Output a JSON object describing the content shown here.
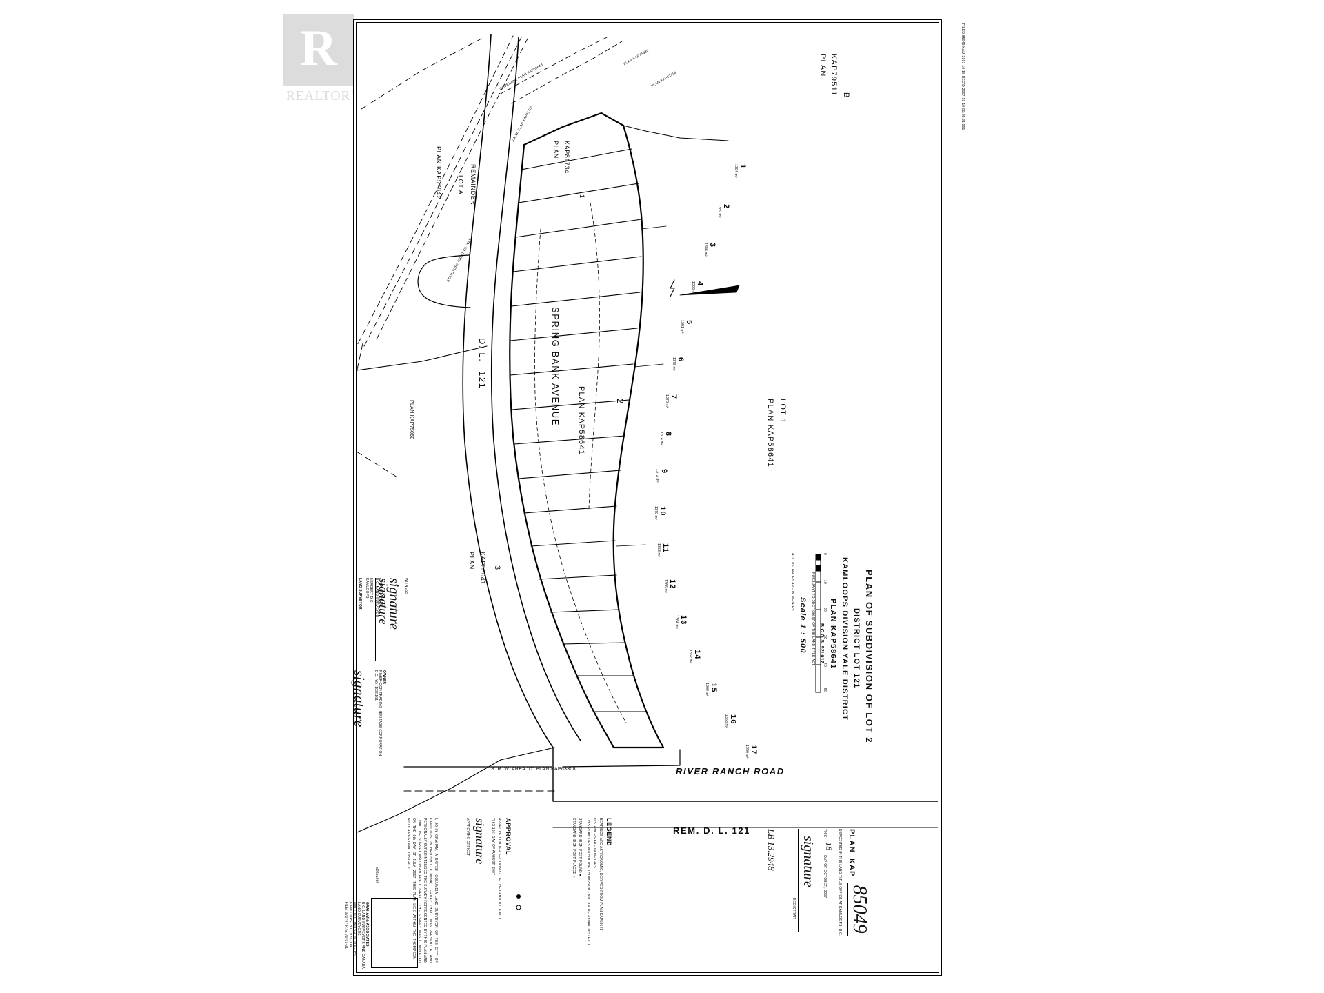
{
  "document": {
    "type": "survey-subdivision-plan",
    "watermark": {
      "brand": "REALTOR",
      "mark": "R",
      "registered": "®"
    },
    "filing_note": "FILED  85049  KAM-2007-10-18  REG'D 2007-10-19 09:45:21.001",
    "sheet_ref": "d96cul.tif"
  },
  "title_block": {
    "line1": "PLAN OF SUBDIVISION OF LOT 2",
    "line2": "DISTRICT LOT 121",
    "line3": "KAMLOOPS DIVISION YALE DISTRICT",
    "line4": "PLAN KAP58641",
    "line5": "B.C.G.S. 92I.017",
    "line6": "PURSUANT TO SECTION 87 OF THE LAND TITLE ACT"
  },
  "scale": {
    "label": "Scale 1 : 500",
    "ticks": [
      "0",
      "10",
      "20",
      "30",
      "40",
      "50"
    ],
    "unit_note": "ALL DISTANCES ARE IN METRES"
  },
  "plan_number": {
    "prefix": "PLAN",
    "series": "KAP",
    "number": "85049",
    "deposit_note": "DEPOSITED IN THE LAND TITLE OFFICE AT KAMLOOPS, B.C.",
    "date_this": "THIS",
    "day": "18",
    "month_year": "DAY OF OCTOBER, 2007",
    "registrar_label": "REGISTRAR",
    "registrar_signature": "signature",
    "file_ref": "LB 13.2948"
  },
  "neighbouring_parcels": [
    {
      "name": "plan-kap79511",
      "lines": [
        "PLAN",
        "KAP79511"
      ],
      "lot": "B"
    },
    {
      "name": "plan-kap57842",
      "lines": [
        "REMAINDER",
        "LOT A",
        "PLAN KAP57842"
      ]
    },
    {
      "name": "plan-kap81734",
      "lines": [
        "PLAN",
        "KAP81734"
      ],
      "lot": "1"
    },
    {
      "name": "plan-kap58641-lot1",
      "lines": [
        "LOT  1",
        "PLAN KAP58641"
      ]
    },
    {
      "name": "plan-kap58641-lot3",
      "lines": [
        "PLAN",
        "KAP58641"
      ],
      "lot": "3"
    },
    {
      "name": "district-lot-121",
      "lines": [
        "D. L.",
        "121"
      ]
    },
    {
      "name": "rem-dl-121",
      "lines": [
        "REM.   D. L.   121"
      ]
    }
  ],
  "roads": [
    {
      "name": "spring-bank-avenue",
      "label": "SPRING  BANK  AVENUE"
    },
    {
      "name": "river-ranch-road",
      "label": "RIVER  RANCH  ROAD"
    }
  ],
  "rights_of_way": [
    {
      "name": "srw-area-d",
      "label": "S. R. W.  AREA \"D\"   PLAN KAP63308"
    },
    {
      "name": "srw-plan-kap81735",
      "label": "S.R.W.  PLAN KAP81735"
    },
    {
      "name": "statutory-right-of-way",
      "label": "STATUTORY  RIGHT  OF  WAY"
    },
    {
      "name": "covenant-plan-kap58643",
      "label": "COVENANT  PLAN KAP58643"
    },
    {
      "name": "plan-kap74330",
      "label": "PLAN KAP74330"
    },
    {
      "name": "plan-kap83316",
      "label": "PLAN KAP83316"
    },
    {
      "name": "plan-kap75060",
      "label": "PLAN KAP75060"
    }
  ],
  "subdivision": {
    "parent_plan": "PLAN KAP58641",
    "parent_lot": "2",
    "lots": [
      {
        "number": "1",
        "area": "1394 m²"
      },
      {
        "number": "2",
        "area": "1389 m²"
      },
      {
        "number": "3",
        "area": "1386 m²"
      },
      {
        "number": "4",
        "area": "1383 m²"
      },
      {
        "number": "5",
        "area": "1381 m²"
      },
      {
        "number": "6",
        "area": "1378 m²"
      },
      {
        "number": "7",
        "area": "1376 m²"
      },
      {
        "number": "8",
        "area": "1374 m²"
      },
      {
        "number": "9",
        "area": "1372 m²"
      },
      {
        "number": "10",
        "area": "1370 m²"
      },
      {
        "number": "11",
        "area": "1368 m²"
      },
      {
        "number": "12",
        "area": "1366 m²"
      },
      {
        "number": "13",
        "area": "1364 m²"
      },
      {
        "number": "14",
        "area": "1362 m²"
      },
      {
        "number": "15",
        "area": "1360 m²"
      },
      {
        "number": "16",
        "area": "1358 m²"
      },
      {
        "number": "17",
        "area": "1356 m²"
      }
    ]
  },
  "legend": {
    "title": "LEGEND",
    "lines": [
      "BEARINGS ARE ASTRONOMIC, DERIVED FROM PLAN KAP58641",
      "DISTANCES ARE IN METRES",
      "THIS PLAN LIES WITHIN THE THOMPSON - NICOLA REGIONAL DISTRICT",
      "STANDARD IRON POST FOUND   ●",
      "STANDARD IRON POST PLACED  ○"
    ]
  },
  "approval": {
    "title": "APPROVAL",
    "line1": "APPROVED UNDER SECTION 87 OF THE LAND TITLE ACT",
    "line2": "THIS  16th  DAY OF  AUGUST, 2007",
    "signature_role": "APPROVING OFFICER"
  },
  "certification": {
    "text": "I, JOHN GRAHAM, A BRITISH COLUMBIA LAND SURVEYOR OF THE CITY OF KAMLOOPS, IN BRITISH COLUMBIA, CERTIFY THAT I WAS PRESENT AT AND PERSONALLY SUPERINTENDED THE SURVEY REPRESENTED BY THIS PLAN AND THAT THE SURVEY AND PLAN ARE CORRECT. THE SURVEY WAS COMPLETED ON THE 9th DAY OF JULY, 2007. THIS PLAN LIES WITHIN THE THOMPSON - NICOLA REGIONAL DISTRICT."
  },
  "signatures": [
    {
      "name": "witness-signature",
      "role_label": "WITNESS",
      "signature": "signature",
      "name_line": "JOHN GRAHAM",
      "detail": "B.C. LAND SURVEYOR"
    },
    {
      "name": "surveyor-signature",
      "role_label": "LAND SURVEYOR",
      "signature": "signature",
      "name_line": "HERBERT  B.C.",
      "detail": "KAMLOOPS"
    },
    {
      "name": "owner-signature",
      "role_label": "OWNER",
      "signature": "signature",
      "name_line": "RIVER-CON TRADING HERITAGE CORPORATION",
      "detail": "B.C. NO.  1098161"
    }
  ],
  "surveyor_stamp": {
    "lines": [
      "GRAHAM & ASSOCIATES",
      "B.C. LAND SURVEYORS AND CANADA",
      "LAND SURVEYORS",
      "800 TUTT, UNITS 4, 6, 114 - 159",
      "KAMLOOPS, B.C.  V2C 1J9",
      "FILE:  070707   R.G.  70-01-01"
    ]
  },
  "north_arrow": {
    "label": "N"
  }
}
